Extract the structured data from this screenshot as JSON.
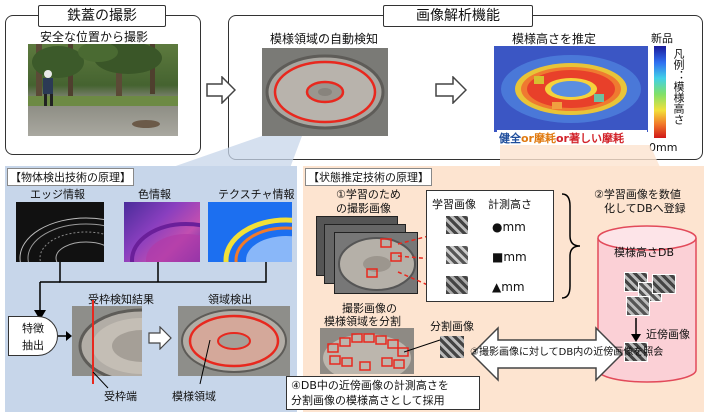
{
  "sections": {
    "photo_tab": "鉄蓋の撮影",
    "analysis_tab": "画像解析機能",
    "detection_title": "【物体検出技術の原理】",
    "estimation_title": "【状態推定技術の原理】"
  },
  "photo": {
    "caption": "安全な位置から撮影"
  },
  "analysis": {
    "auto_detect": "模様領域の自動検知",
    "estimate": "模様高さを推定",
    "legend_top": "新品",
    "legend_bottom": "0mm",
    "legend_label": "凡例：模様高さ",
    "condition_good": "健全",
    "or1": "or",
    "condition_worn": "摩耗",
    "or2": "or",
    "condition_severe": "著しい摩耗"
  },
  "detection": {
    "edge": "エッジ情報",
    "color": "色情報",
    "texture": "テクスチャ情報",
    "feature_line1": "特徴",
    "feature_line2": "抽出",
    "frame_result": "受枠検知結果",
    "region_detect": "領域検出",
    "frame_edge": "受枠端",
    "pattern_region": "模様領域"
  },
  "estimation": {
    "step1_line1": "①学習のため",
    "step1_line2": "の撮影画像",
    "train_image": "学習画像",
    "measured_height": "計測高さ",
    "row1_unit": "●mm",
    "row2_unit": "■mm",
    "row3_unit": "▲mm",
    "step2_line1": "②学習画像を数値",
    "step2_line2": "化してDBへ登録",
    "db_label": "模様高さDB",
    "nearest": "近傍画像",
    "split_line1": "撮影画像の",
    "split_line2": "模様領域を分割",
    "split_image": "分割画像",
    "step3": "③撮影画像に対してDB内の近傍画像を照会",
    "step4_line1": "④DB中の近傍画像の計測高さを",
    "step4_line2": "分割画像の模様高さとして採用"
  },
  "colors": {
    "detection_bg": "#c7d6ea",
    "estimation_bg": "#fde4d0",
    "detect_red": "#e8281e",
    "good": "#1f4e9c",
    "worn": "#e07a10",
    "severe": "#d2232a"
  }
}
